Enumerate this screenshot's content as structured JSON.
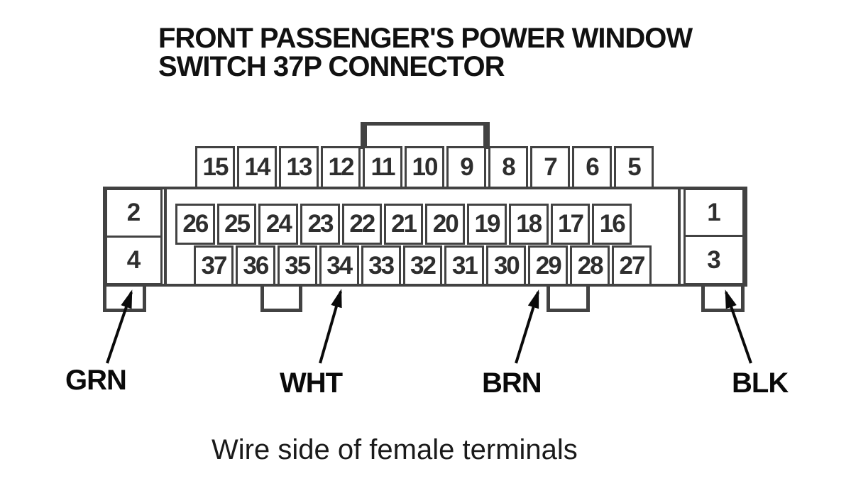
{
  "title": {
    "line1": "FRONT PASSENGER'S POWER WINDOW",
    "line2": "SWITCH 37P CONNECTOR"
  },
  "connector": {
    "pin_rows": {
      "top": [
        "15",
        "14",
        "13",
        "12",
        "11",
        "10",
        "9",
        "8",
        "7",
        "6",
        "5"
      ],
      "middle": [
        "26",
        "25",
        "24",
        "23",
        "22",
        "21",
        "20",
        "19",
        "18",
        "17",
        "16"
      ],
      "bottom": [
        "37",
        "36",
        "35",
        "34",
        "33",
        "32",
        "31",
        "30",
        "29",
        "28",
        "27"
      ],
      "left": [
        "2",
        "4"
      ],
      "right": [
        "1",
        "3"
      ]
    }
  },
  "wire_labels": [
    {
      "label": "GRN",
      "points_to_pin": "4"
    },
    {
      "label": "WHT",
      "points_to_pin": "34"
    },
    {
      "label": "BRN",
      "points_to_pin": "29"
    },
    {
      "label": "BLK",
      "points_to_pin": "3"
    }
  ],
  "caption": "Wire side of female terminals",
  "colors": {
    "line": "#424242",
    "text": "#111111",
    "background": "#ffffff"
  }
}
